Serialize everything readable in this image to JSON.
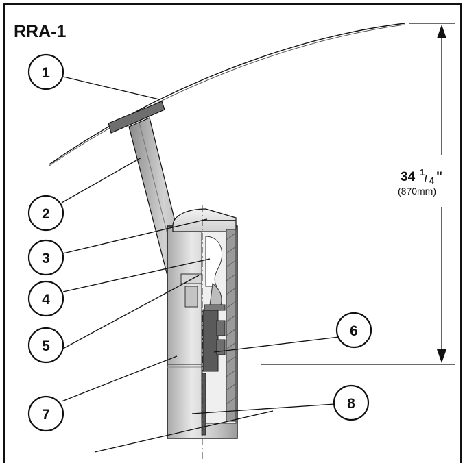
{
  "figure": {
    "model_label": "RRA-1",
    "dimension": {
      "whole": "34",
      "fraction_num": "1",
      "fraction_den": "4",
      "inch_mark": "\"",
      "metric": "(870mm)"
    },
    "callouts": [
      {
        "id": "callout-1",
        "label": "1"
      },
      {
        "id": "callout-2",
        "label": "2"
      },
      {
        "id": "callout-3",
        "label": "3"
      },
      {
        "id": "callout-4",
        "label": "4"
      },
      {
        "id": "callout-5",
        "label": "5"
      },
      {
        "id": "callout-6",
        "label": "6"
      },
      {
        "id": "callout-7",
        "label": "7"
      },
      {
        "id": "callout-8",
        "label": "8"
      }
    ]
  },
  "colors": {
    "outline": "#111111",
    "post_light": "#dcdcdc",
    "post_mid": "#bdbdbd",
    "post_dark": "#8e8e8e",
    "mechanism": "#5a5a5a",
    "frame": "#111111"
  }
}
